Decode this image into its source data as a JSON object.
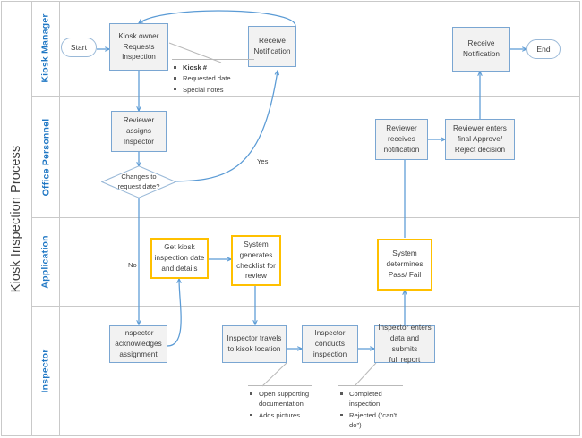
{
  "diagram": {
    "title": "Kiosk Inspection Process",
    "type": "swimlane-flowchart",
    "colors": {
      "lane_label": "#1f77c4",
      "process_fill": "#f2f2f2",
      "process_border": "#7aa6d2",
      "system_border": "#ffc000",
      "connector": "#5b9bd5",
      "frame": "#c9c9c9",
      "text": "#3d3d3d"
    }
  },
  "lanes": [
    {
      "id": "kiosk-manager",
      "label": "Kiosk Manager"
    },
    {
      "id": "office-personnel",
      "label": "Office Personnel"
    },
    {
      "id": "application",
      "label": "Application"
    },
    {
      "id": "inspector",
      "label": "Inspector"
    }
  ],
  "nodes": {
    "start": {
      "label": "Start",
      "shape": "terminator",
      "lane": "kiosk-manager"
    },
    "kiosk_owner_requests": {
      "label": "Kiosk owner\nRequests\nInspection",
      "shape": "process",
      "lane": "kiosk-manager"
    },
    "receive_notification_1": {
      "label": "Receive\nNotification",
      "shape": "process",
      "lane": "kiosk-manager"
    },
    "receive_notification_2": {
      "label": "Receive\nNotification",
      "shape": "process",
      "lane": "kiosk-manager"
    },
    "end": {
      "label": "End",
      "shape": "terminator",
      "lane": "kiosk-manager"
    },
    "reviewer_assigns": {
      "label": "Reviewer\nassigns\nInspector",
      "shape": "process",
      "lane": "office-personnel"
    },
    "changes_decision": {
      "label": "Changes to\nrequest date?",
      "shape": "decision",
      "lane": "office-personnel"
    },
    "reviewer_receives": {
      "label": "Reviewer\nreceives\nnotification",
      "shape": "process",
      "lane": "office-personnel"
    },
    "reviewer_final": {
      "label": "Reviewer enters\nfinal Approve/\nReject decision",
      "shape": "process",
      "lane": "office-personnel"
    },
    "get_kiosk_info": {
      "label": "Get kiosk\ninspection date\nand details",
      "shape": "system",
      "lane": "application"
    },
    "system_generates": {
      "label": "System\ngenerates\nchecklist for\nreview",
      "shape": "system",
      "lane": "application"
    },
    "system_determines": {
      "label": "System\ndetermines\nPass/ Fail",
      "shape": "system",
      "lane": "application"
    },
    "inspector_acks": {
      "label": "Inspector\nacknowledges\nassignment",
      "shape": "process",
      "lane": "inspector"
    },
    "inspector_travels": {
      "label": "Inspector travels\nto kisok location",
      "shape": "process",
      "lane": "inspector"
    },
    "inspector_conducts": {
      "label": "Inspector\nconducts\ninspection",
      "shape": "process",
      "lane": "inspector"
    },
    "inspector_enters": {
      "label": "Inspector enters\ndata and submits\nfull report",
      "shape": "process",
      "lane": "inspector"
    }
  },
  "edge_labels": {
    "yes": "Yes",
    "no": "No"
  },
  "callouts": {
    "request_details": {
      "items": [
        {
          "text": "Kiosk #",
          "bold": true
        },
        {
          "text": "Requested date",
          "bold": false
        },
        {
          "text": "Special notes",
          "bold": false
        }
      ]
    },
    "inspection_actions": {
      "items": [
        {
          "text": "Open supporting documentation",
          "bold": false
        },
        {
          "text": "Adds pictures",
          "bold": false
        }
      ]
    },
    "report_outcomes": {
      "items": [
        {
          "text": "Completed inspection",
          "bold": false
        },
        {
          "text": "Rejected (\"can't do\")",
          "bold": false
        }
      ]
    }
  }
}
